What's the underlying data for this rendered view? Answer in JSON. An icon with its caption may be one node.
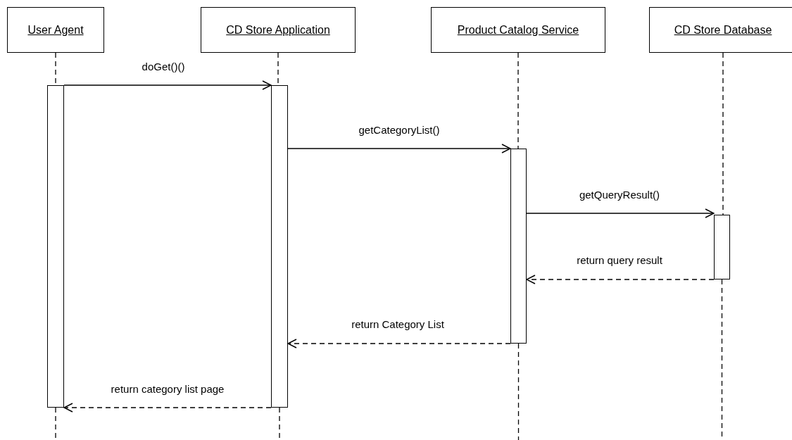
{
  "diagram": {
    "nodes": [
      {
        "text": [
          "User Agent"
        ]
      },
      {
        "text": [
          "CD Store Application"
        ]
      },
      {
        "text": [
          "Product Catalog Service"
        ]
      },
      {
        "text": [
          "CD Store Database"
        ]
      },
      {
        "text": [],
        "shape": "bar"
      },
      {
        "text": [],
        "shape": "bar"
      },
      {
        "text": [],
        "shape": "bar"
      },
      {
        "text": [],
        "shape": "bar"
      }
    ],
    "edges": [
      {
        "from": 0,
        "to": 4,
        "arrow": "none",
        "style": "dashed"
      },
      {
        "from": 1,
        "to": 5,
        "arrow": "none",
        "style": "dashed"
      },
      {
        "from": 2,
        "to": 6,
        "arrow": "none",
        "style": "dashed"
      },
      {
        "from": 3,
        "to": 7,
        "arrow": "none",
        "style": "dashed"
      },
      {
        "from": 4,
        "to": null,
        "arrow": "none",
        "style": "dashed"
      },
      {
        "from": 5,
        "to": null,
        "arrow": "none",
        "style": "dashed"
      },
      {
        "from": 6,
        "to": null,
        "arrow": "none",
        "style": "dashed"
      },
      {
        "from": 7,
        "to": null,
        "arrow": "none",
        "style": "dashed"
      },
      {
        "from": 4,
        "to": 5,
        "arrow": "to",
        "label": "doGet()()"
      },
      {
        "from": 5,
        "to": 6,
        "arrow": "to",
        "label": "getCategoryList()"
      },
      {
        "from": 6,
        "to": 7,
        "arrow": "to",
        "label": "getQueryResult()"
      },
      {
        "from": 7,
        "to": 6,
        "arrow": "to",
        "label": "return query result",
        "style": "dashed"
      },
      {
        "from": 6,
        "to": 5,
        "arrow": "to",
        "label": "return Category List",
        "style": "dashed"
      },
      {
        "from": 5,
        "to": 4,
        "arrow": "to",
        "label": "return category list page",
        "style": "dashed"
      }
    ]
  }
}
